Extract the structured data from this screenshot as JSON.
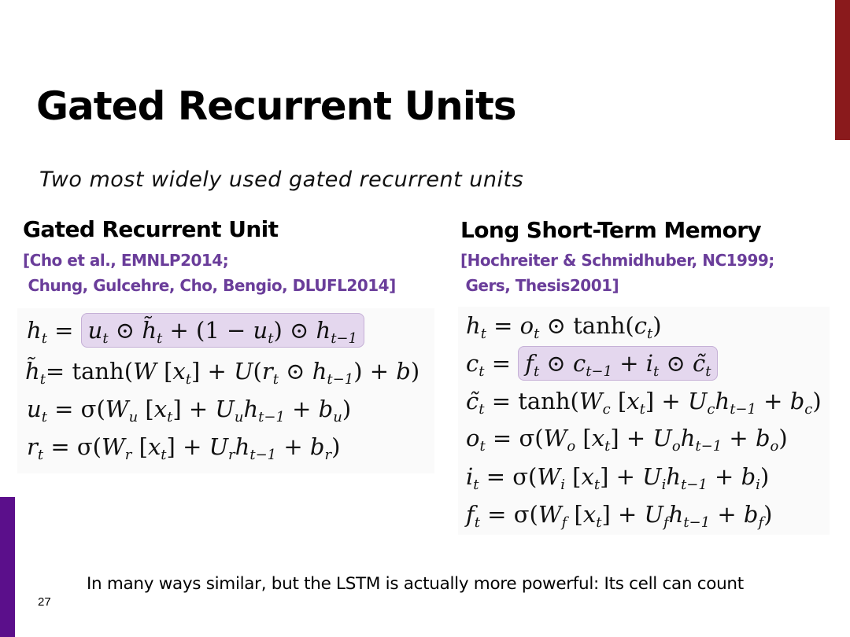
{
  "slide": {
    "title": "Gated Recurrent Units",
    "subtitle": "Two most widely used gated recurrent units",
    "page_number": "27",
    "footnote": "In many ways similar, but the LSTM is actually more powerful: Its cell can count"
  },
  "left": {
    "heading": "Gated Recurrent Unit",
    "citation_line1": "[Cho et al., EMNLP2014;",
    "citation_line2": " Chung, Gulcehre, Cho, Bengio, DLUFL2014]"
  },
  "right": {
    "heading": "Long Short-Term Memory",
    "citation_line1": "[Hochreiter & Schmidhuber, NC1999;",
    "citation_line2": " Gers, Thesis2001]"
  },
  "colors": {
    "title_bar_right": "#8a1a1c",
    "title_bar_left": "#5b0f8b",
    "citation": "#6a3d9a",
    "highlight": "#e4d7ee"
  }
}
